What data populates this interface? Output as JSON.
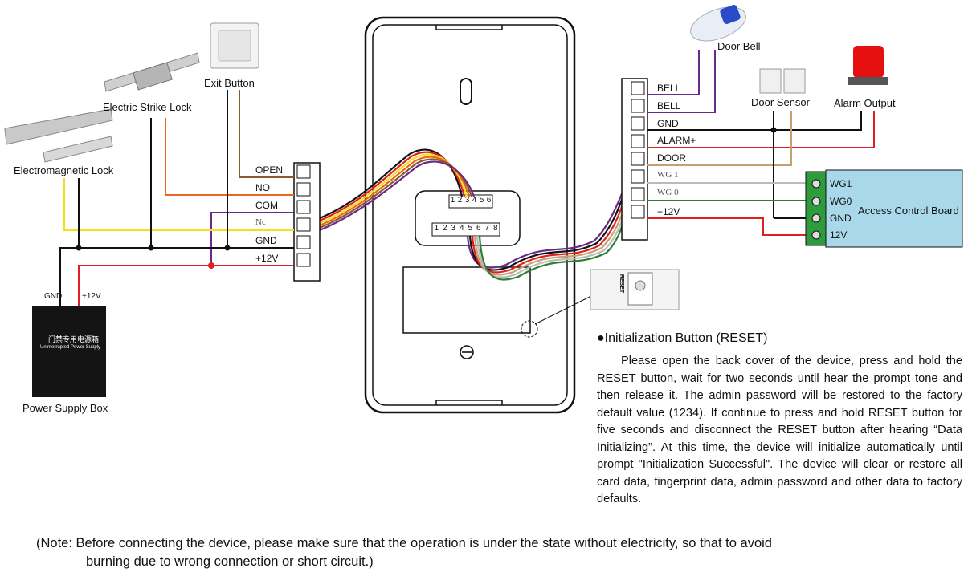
{
  "devices": {
    "electromagnetic_lock": "Electromagnetic Lock",
    "electric_strike_lock": "Electric Strike Lock",
    "exit_button": "Exit Button",
    "power_supply_box": "Power Supply Box",
    "psu_gnd": "GND",
    "psu_12v": "+12V",
    "door_bell": "Door Bell",
    "door_sensor": "Door Sensor",
    "alarm_output": "Alarm Output",
    "access_control_board": "Access Control Board"
  },
  "left_terminal": [
    "OPEN",
    "NO",
    "COM",
    "Nc",
    "GND",
    "+12V"
  ],
  "right_terminal": [
    "BELL",
    "BELL",
    "GND",
    "ALARM+",
    "DOOR",
    "WG 1",
    "WG 0",
    "+12V"
  ],
  "board_terminal": [
    "WG1",
    "WG0",
    "GND",
    "12V"
  ],
  "connector_top": [
    "1",
    "2",
    "3",
    "4",
    "5",
    "6"
  ],
  "connector_bottom": [
    "1",
    "2",
    "3",
    "4",
    "5",
    "6",
    "7",
    "8"
  ],
  "reset_label": "RESET",
  "reset": {
    "title": "●Initialization Button (RESET)",
    "body": "Please open the back cover of the device, press and hold the RESET button, wait for two seconds until hear the prompt tone and then release it. The admin password will be restored to the factory default value (1234). If continue to press and hold RESET button for five seconds and disconnect the RESET button after hearing “Data Initializing”. At this time, the device will initialize automatically until prompt \"Initialization Successful\". The device will clear or restore all card data, fingerprint data, admin password and other data to factory defaults."
  },
  "note": {
    "line1": "(Note: Before connecting the device, please make sure that the operation is under the state without electricity, so that to avoid",
    "line2": "burning due to wrong connection or short circuit.)"
  },
  "psu_label": {
    "title": "门禁专用电源箱",
    "subtitle": "Uninterrupted Power Supply"
  },
  "colors": {
    "gnd": "#111111",
    "v12": "#e02020",
    "open": "#8a5a2b",
    "no": "#e8661e",
    "com": "#6a2a8a",
    "nc": "#f2e01a",
    "bell": "#6a2a8a",
    "alarm": "#e02020",
    "door": "#c8a070",
    "wg1": "#bbbbbb",
    "wg0": "#2e7d32",
    "board": "#a8d8ea"
  }
}
